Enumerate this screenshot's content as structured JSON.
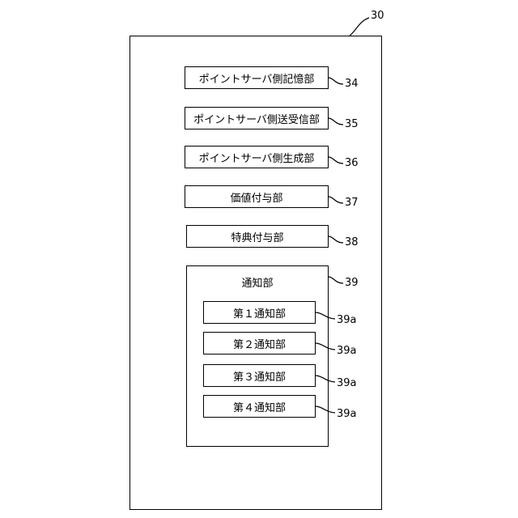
{
  "figure_ref": "30",
  "units": [
    {
      "label": "ポイントサーバ側記憶部",
      "ref": "34"
    },
    {
      "label": "ポイントサーバ側送受信部",
      "ref": "35"
    },
    {
      "label": "ポイントサーバ側生成部",
      "ref": "36"
    },
    {
      "label": "価値付与部",
      "ref": "37"
    },
    {
      "label": "特典付与部",
      "ref": "38"
    }
  ],
  "notification_unit": {
    "label": "通知部",
    "ref": "39",
    "sub_units": [
      {
        "label": "第１通知部",
        "ref": "39a"
      },
      {
        "label": "第２通知部",
        "ref": "39a"
      },
      {
        "label": "第３通知部",
        "ref": "39a"
      },
      {
        "label": "第４通知部",
        "ref": "39a"
      }
    ]
  }
}
